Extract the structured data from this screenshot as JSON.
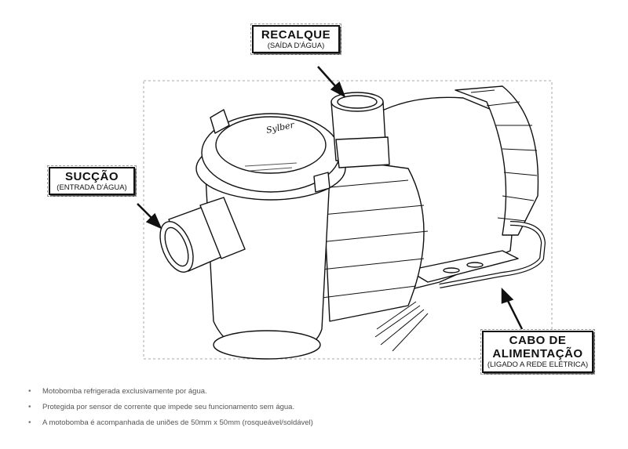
{
  "callouts": {
    "recalque": {
      "title": "RECALQUE",
      "subtitle": "(SAÍDA D'ÁGUA)"
    },
    "succao": {
      "title": "SUCÇÃO",
      "subtitle": "(ENTRADA D'ÁGUA)"
    },
    "cabo": {
      "title_line1": "CABO DE",
      "title_line2": "ALIMENTAÇÃO",
      "subtitle": "(LIGADO A REDE ELÉTRICA)"
    }
  },
  "lid_brand": "Sylber",
  "features": [
    "Motobomba refrigerada exclusivamente por água.",
    "Protegida por sensor de corrente que impede seu funcionamento sem água.",
    "A motobomba é acompanhada de uniões de 50mm x 50mm (rosqueável/soldável)"
  ],
  "colors": {
    "line": "#111111",
    "background": "#ffffff",
    "note_text": "#555555"
  }
}
